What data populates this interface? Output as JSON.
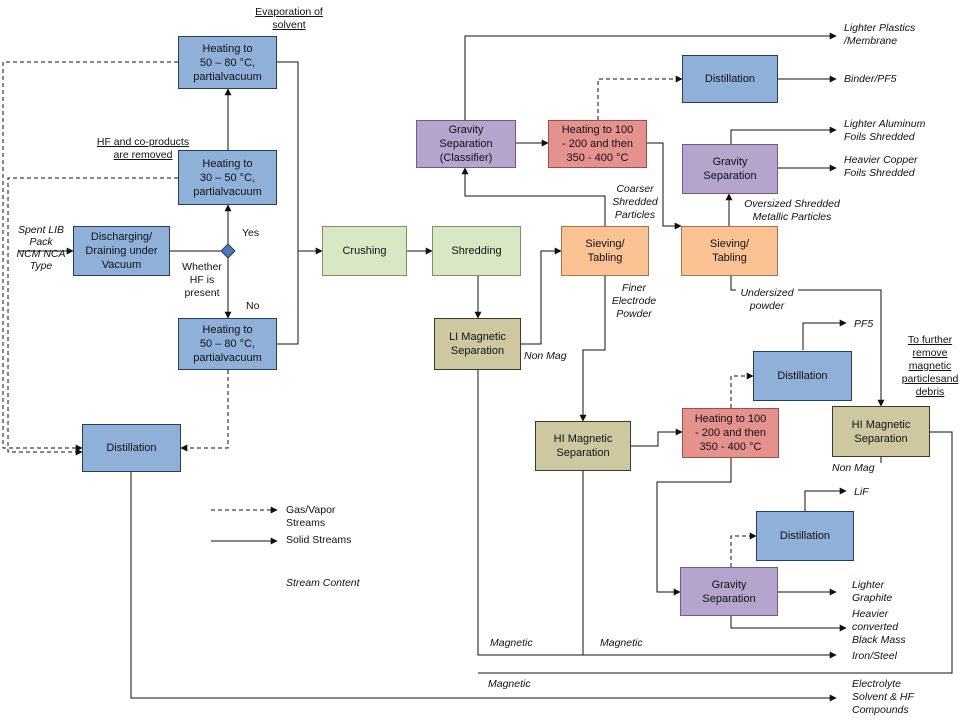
{
  "boxes": {
    "heat_top": [
      "Heating to",
      "50 – 80 °C,",
      "partialvacuum"
    ],
    "heat_mid": [
      "Heating to",
      "30 – 50 °C,",
      "partialvacuum"
    ],
    "discharging": [
      "Discharging/",
      "Draining under",
      "Vacuum"
    ],
    "heat_bottom": [
      "Heating to",
      "50 – 80 °C,",
      "partialvacuum"
    ],
    "distillation_main": [
      "Distillation"
    ],
    "crushing": [
      "Crushing"
    ],
    "shredding": [
      "Shredding"
    ],
    "li_magnetic": [
      "LI Magnetic",
      "Separation"
    ],
    "gravity_classifier": [
      "Gravity",
      "Separation",
      "(Classifier)"
    ],
    "heating_100_top": [
      "Heating to 100",
      "- 200  and then",
      "350 - 400 °C"
    ],
    "distillation_binder": [
      "Distillation"
    ],
    "sieving_1": [
      "Sieving/",
      "Tabling"
    ],
    "gravity_foils": [
      "Gravity",
      "Separation"
    ],
    "sieving_2": [
      "Sieving/",
      "Tabling"
    ],
    "hi_magnetic_1": [
      "HI Magnetic",
      "Separation"
    ],
    "heating_100_mid": [
      "Heating to 100",
      "- 200  and then",
      "350 - 400 °C"
    ],
    "distillation_pf5": [
      "Distillation"
    ],
    "hi_magnetic_2": [
      "HI Magnetic",
      "Separation"
    ],
    "distillation_lif": [
      "Distillation"
    ],
    "gravity_graphite": [
      "Gravity",
      "Separation"
    ]
  },
  "labels": {
    "evaporation": [
      "Evaporation of",
      "solvent"
    ],
    "hf_removed": [
      "HF and co-products",
      "are removed"
    ],
    "spent_lib": [
      "Spent LIB",
      "Pack",
      "NCM NCA",
      "Type"
    ],
    "yes": [
      "Yes"
    ],
    "no": [
      "No"
    ],
    "whether_hf": [
      "Whether",
      "HF is",
      "present"
    ],
    "lighter_plastics": [
      "Lighter Plastics",
      "/Membrane"
    ],
    "binder_pf5": [
      "Binder/PF5"
    ],
    "lighter_aluminum": [
      "Lighter Aluminum",
      "Foils Shredded"
    ],
    "heavier_copper": [
      "Heavier Copper",
      "Foils Shredded"
    ],
    "coarser": [
      "Coarser",
      "Shredded",
      "Particles"
    ],
    "oversized": [
      "Oversized Shredded",
      "Metallic Particles"
    ],
    "undersized": [
      "Undersized",
      "powder"
    ],
    "finer": [
      "Finer",
      "Electrode",
      "Powder"
    ],
    "non_mag_1": [
      "Non Mag"
    ],
    "pf5": [
      "PF5"
    ],
    "further_remove": [
      "To further",
      "remove",
      "magnetic",
      "particlesand",
      "debris"
    ],
    "non_mag_2": [
      "Non Mag"
    ],
    "lif": [
      "LiF"
    ],
    "lighter_graphite": [
      "Lighter",
      "Graphite"
    ],
    "heavier_black_mass": [
      "Heavier",
      "converted",
      "Black Mass"
    ],
    "magnetic_1": [
      "Magnetic"
    ],
    "magnetic_2": [
      "Magnetic"
    ],
    "iron_steel": [
      "Iron/Steel"
    ],
    "magnetic_3": [
      "Magnetic"
    ],
    "electrolyte": [
      "Electrolyte",
      "Solvent & HF",
      "Compounds"
    ],
    "legend_gas": [
      "Gas/Vapor",
      "Streams"
    ],
    "legend_solid": [
      "Solid Streams"
    ],
    "stream_content": [
      "Stream Content"
    ]
  }
}
